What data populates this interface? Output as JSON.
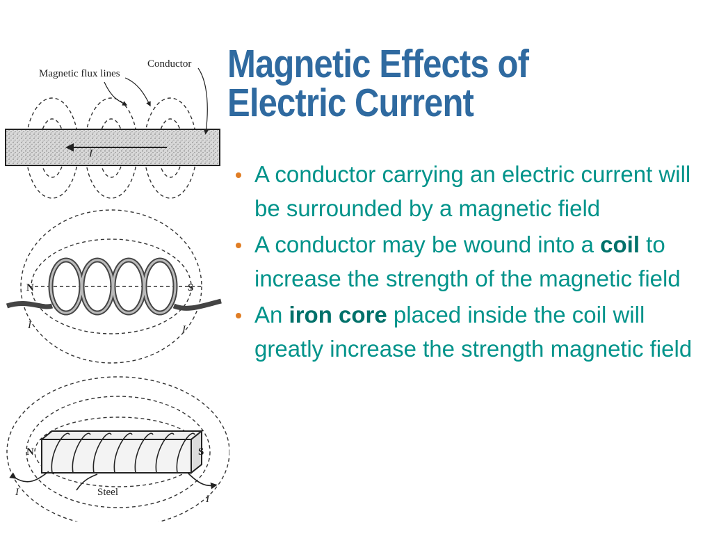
{
  "slide": {
    "title_line1": "Magnetic Effects of",
    "title_line2": "Electric Current",
    "bullets": [
      {
        "text": "A conductor carrying an electric current will be surrounded by a magnetic field"
      },
      {
        "before": "A conductor may be wound into a ",
        "bold": "coil",
        "after": " to increase the strength of the magnetic field"
      },
      {
        "before": "An ",
        "bold": "iron core",
        "after": " placed inside the coil will greatly increase the strength magnetic field"
      }
    ]
  },
  "diagram": {
    "top": {
      "flux_label": "Magnetic flux lines",
      "conductor_label": "Conductor",
      "current_label": "I"
    },
    "middle": {
      "north": "N",
      "south": "S",
      "current_left": "I",
      "current_right": "I"
    },
    "bottom": {
      "north": "N",
      "south": "S",
      "steel_label": "Steel",
      "current_left": "I",
      "current_right": "I"
    }
  },
  "colors": {
    "title": "#2f6aa0",
    "text": "#00938a",
    "keyword": "#00716a",
    "bullet": "#e07d24"
  }
}
